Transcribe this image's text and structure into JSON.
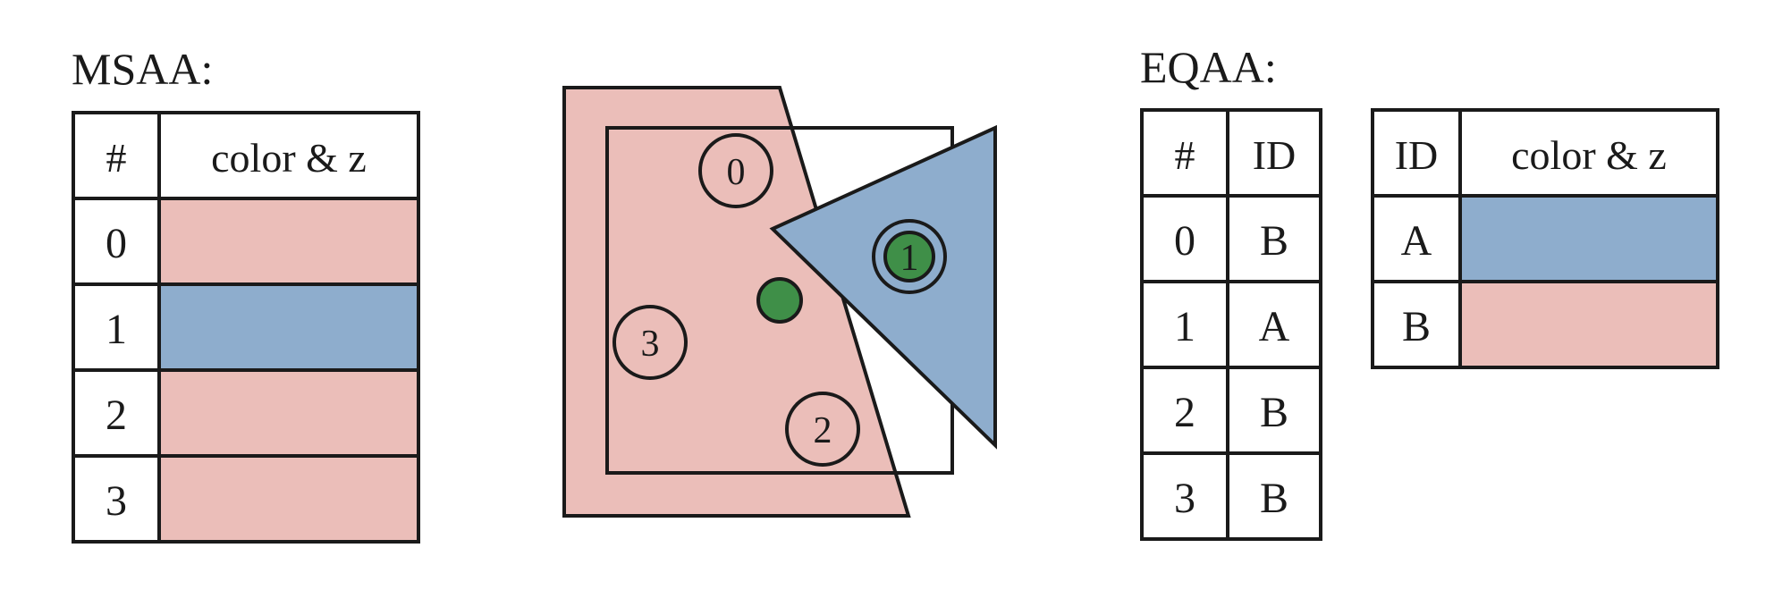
{
  "colors": {
    "pink": "#ebbeb9",
    "blue": "#8eadcd",
    "green": "#3f8f48",
    "stroke": "#1a1a1a",
    "white": "#ffffff"
  },
  "msaa": {
    "title": "MSAA:",
    "headers": [
      "#",
      "color & z"
    ],
    "rows": [
      {
        "num": "0",
        "color": "pink"
      },
      {
        "num": "1",
        "color": "blue"
      },
      {
        "num": "2",
        "color": "pink"
      },
      {
        "num": "3",
        "color": "pink"
      }
    ]
  },
  "diagram": {
    "samples": [
      "0",
      "1",
      "2",
      "3"
    ]
  },
  "eqaa": {
    "title": "EQAA:",
    "id_table": {
      "headers": [
        "#",
        "ID"
      ],
      "rows": [
        {
          "num": "0",
          "id": "B"
        },
        {
          "num": "1",
          "id": "A"
        },
        {
          "num": "2",
          "id": "B"
        },
        {
          "num": "3",
          "id": "B"
        }
      ]
    },
    "color_table": {
      "headers": [
        "ID",
        "color & z"
      ],
      "rows": [
        {
          "id": "A",
          "color": "blue"
        },
        {
          "id": "B",
          "color": "pink"
        }
      ]
    }
  }
}
